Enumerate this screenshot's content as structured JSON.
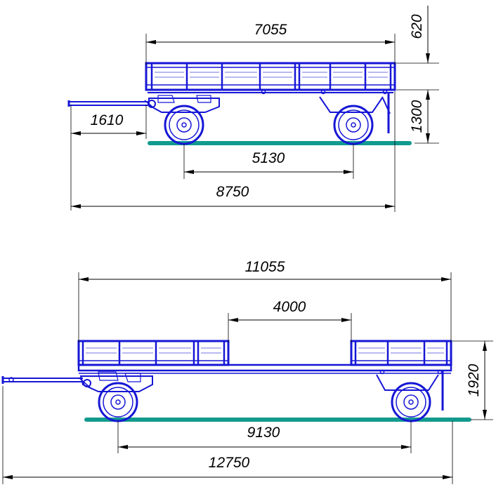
{
  "colors": {
    "frame": "#1616d6",
    "ground": "#139a8f",
    "dimension": "#000000"
  },
  "top_view": {
    "dims": {
      "body_length": "7055",
      "side_height": "620",
      "platform_height": "1300",
      "drawbar_length": "1610",
      "wheelbase": "5130",
      "overall_length": "8750"
    }
  },
  "bottom_view": {
    "dims": {
      "body_length": "11055",
      "gap_length": "4000",
      "overall_height": "1920",
      "wheelbase": "9130",
      "overall_length": "12750"
    }
  }
}
